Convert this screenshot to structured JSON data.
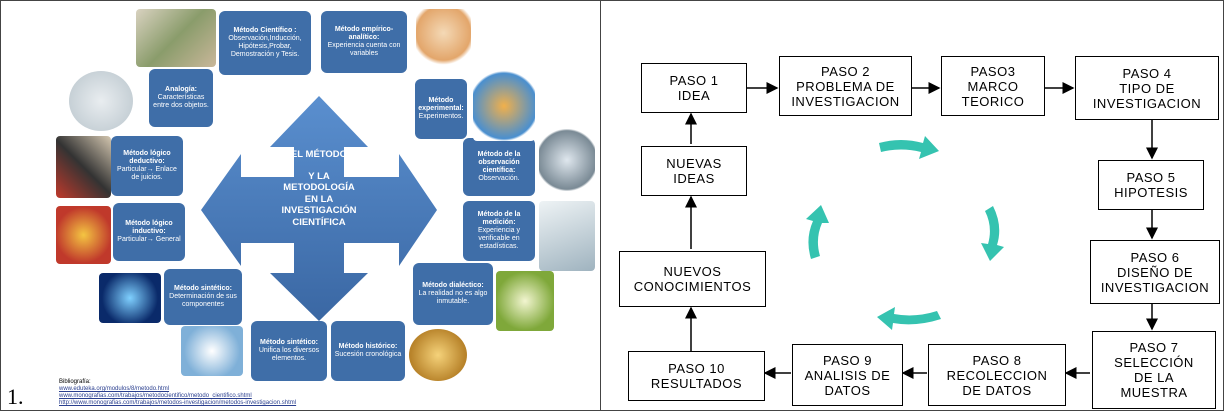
{
  "left_panel": {
    "number": "1.",
    "center_title": [
      "EL MÉTODO",
      "Y LA",
      "METODOLOGÍA",
      "EN LA",
      "INVESTIGACIÓN",
      "CIENTÍFICA"
    ],
    "boxes": [
      {
        "id": "b1",
        "title": "Método Científico :",
        "text": "Observación,Inducción, Hipótesis,Probar, Demostración y Tesis."
      },
      {
        "id": "b2",
        "title": "Método empírico-analítico:",
        "text": "Experiencia cuenta con variables"
      },
      {
        "id": "b3",
        "title": "Analogía:",
        "text": "Características entre dos objetos."
      },
      {
        "id": "b4",
        "title": "Método experimental:",
        "text": "Experimentos."
      },
      {
        "id": "b5",
        "title": "Método lógico deductivo:",
        "text": "Particular→ Enlace de juicios."
      },
      {
        "id": "b6",
        "title": "Método de la observación científica:",
        "text": "Observación."
      },
      {
        "id": "b7",
        "title": "Método de la medición:",
        "text": "Experiencia y verificable en estadísticas."
      },
      {
        "id": "b8",
        "title": "Método lógico inductivo:",
        "text": "Particular→ General"
      },
      {
        "id": "b9",
        "title": "Método dialéctico:",
        "text": "La realidad no es algo inmutable."
      },
      {
        "id": "b10",
        "title": "Método sintético:",
        "text": "Determinación de sus componentes"
      },
      {
        "id": "b11",
        "title": "Método sintético:",
        "text": "Unifica los diversos elementos."
      },
      {
        "id": "b12",
        "title": "Método histórico:",
        "text": "Sucesión cronológica"
      }
    ],
    "bibliography_title": "Bibliografía:",
    "bibliography_links": [
      "www.eduteka.org/modulos/8/metodo.html",
      "www.monografias.com/trabajos/metodocientifico/metodo_cientifico.shtml",
      "http://www.monografias.com/trabajos/metodos-investigacion/metodos-investigacion.shtml"
    ]
  },
  "right_panel": {
    "steps": [
      {
        "id": "s1",
        "lines": [
          "PASO 1",
          "IDEA"
        ]
      },
      {
        "id": "s2",
        "lines": [
          "PASO 2",
          "PROBLEMA DE",
          "INVESTIGACION"
        ]
      },
      {
        "id": "s3",
        "lines": [
          "PASO3",
          "MARCO",
          "TEORICO"
        ]
      },
      {
        "id": "s4",
        "lines": [
          "PASO 4",
          "TIPO DE",
          "INVESTIGACION"
        ]
      },
      {
        "id": "s5",
        "lines": [
          "PASO 5",
          "HIPOTESIS"
        ]
      },
      {
        "id": "s6",
        "lines": [
          "PASO 6",
          "DISEÑO DE",
          "INVESTIGACION"
        ]
      },
      {
        "id": "s7",
        "lines": [
          "PASO 7",
          "SELECCIÓN",
          "DE LA",
          "MUESTRA"
        ]
      },
      {
        "id": "s8",
        "lines": [
          "PASO 8",
          "RECOLECCION",
          "DE DATOS"
        ]
      },
      {
        "id": "s9",
        "lines": [
          "PASO 9",
          "ANALISIS DE",
          "DATOS"
        ]
      },
      {
        "id": "s10",
        "lines": [
          "PASO 10",
          "RESULTADOS"
        ]
      },
      {
        "id": "s11",
        "lines": [
          "NUEVOS",
          "CONOCIMIENTOS"
        ]
      },
      {
        "id": "s12",
        "lines": [
          "NUEVAS",
          "IDEAS"
        ]
      }
    ]
  },
  "colors": {
    "box_blue": "#3f6ea8",
    "arrow_blue": "#4a7cb8",
    "cycle_teal": "#35c3b0"
  }
}
